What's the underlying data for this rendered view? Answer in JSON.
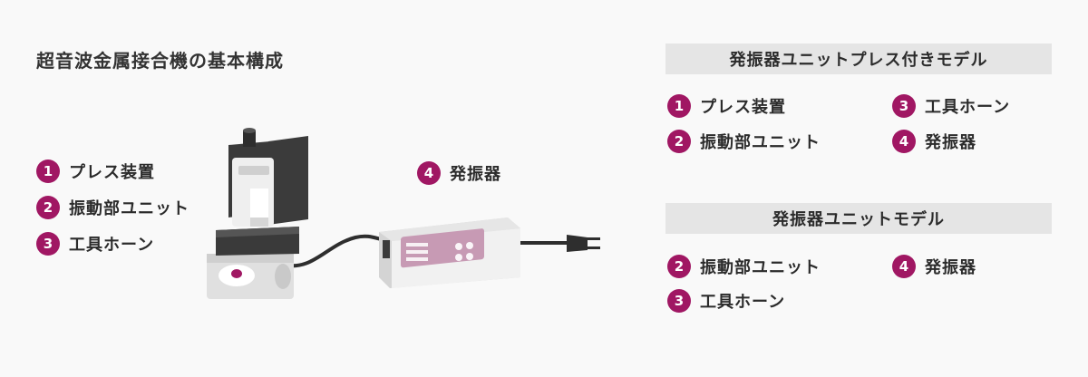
{
  "title": "超音波金属接合機の基本構成",
  "left_labels": [
    {
      "num": "1",
      "label": "プレス装置"
    },
    {
      "num": "2",
      "label": "振動部ユニット"
    },
    {
      "num": "3",
      "label": "工具ホーン"
    }
  ],
  "oscillator_label": {
    "num": "4",
    "label": "発振器"
  },
  "models": [
    {
      "header": "発振器ユニットプレス付きモデル",
      "items": [
        {
          "num": "1",
          "label": "プレス装置"
        },
        {
          "num": "3",
          "label": "工具ホーン"
        },
        {
          "num": "2",
          "label": "振動部ユニット"
        },
        {
          "num": "4",
          "label": "発振器"
        }
      ]
    },
    {
      "header": "発振器ユニットモデル",
      "items": [
        {
          "num": "2",
          "label": "振動部ユニット"
        },
        {
          "num": "4",
          "label": "発振器"
        },
        {
          "num": "3",
          "label": "工具ホーン"
        }
      ]
    }
  ],
  "colors": {
    "accent": "#a01763",
    "header_bg": "#e5e5e5",
    "background": "#f9f9f9"
  }
}
